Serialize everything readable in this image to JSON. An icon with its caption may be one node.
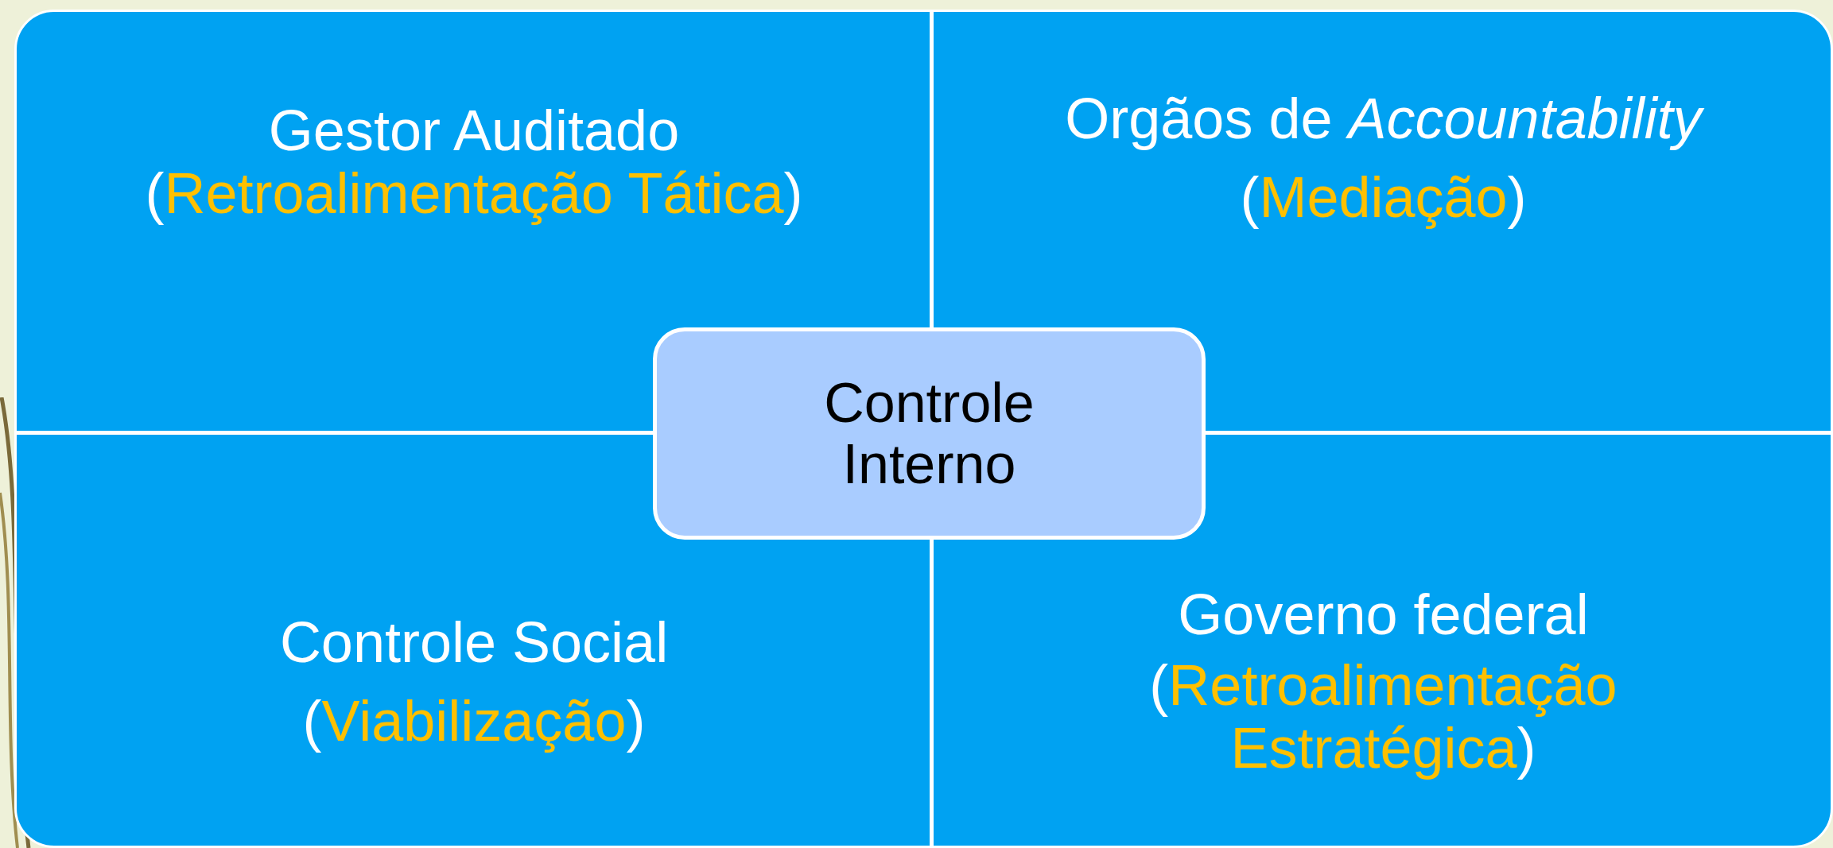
{
  "diagram": {
    "nodes": [
      {
        "text": [
          "Gestor Auditado",
          "(Retroalimentação Tática)"
        ]
      },
      {
        "text": [
          "Orgãos de *Accountability*",
          "(Mediação)"
        ]
      },
      {
        "text": [
          "Controle Social",
          "(Viabilização)"
        ]
      },
      {
        "text": [
          "Governo federal",
          "(Retroalimentação Estratégica)"
        ]
      },
      {
        "text": [
          "Controle Interno"
        ]
      }
    ]
  }
}
